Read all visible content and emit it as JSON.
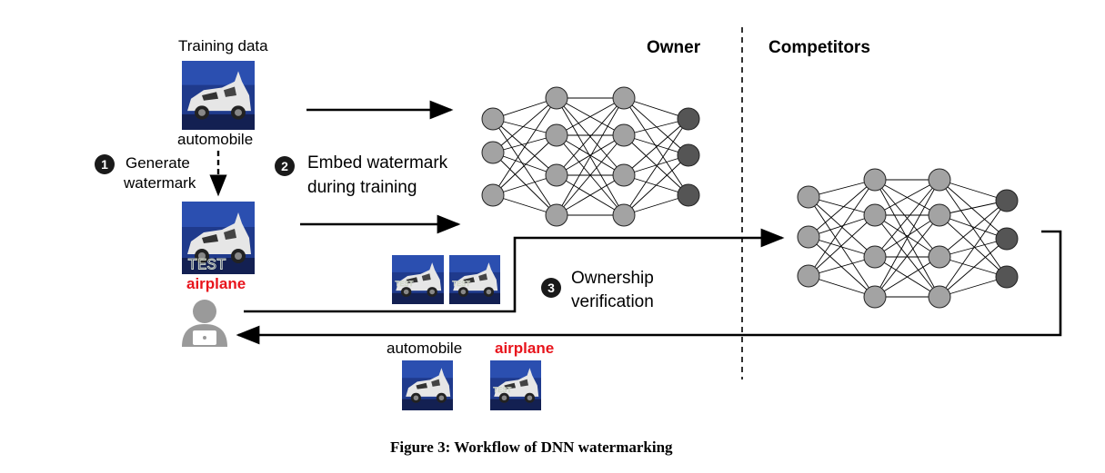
{
  "labels": {
    "training_data": "Training data",
    "automobile": "automobile",
    "airplane": "airplane",
    "owner": "Owner",
    "competitors": "Competitors"
  },
  "steps": [
    {
      "num": "1",
      "text_line1": "Generate",
      "text_line2": "watermark"
    },
    {
      "num": "2",
      "text_line1": "Embed watermark",
      "text_line2": "during training"
    },
    {
      "num": "3",
      "text_line1": "Ownership",
      "text_line2": "verification"
    }
  ],
  "query_results": {
    "left_label": "automobile",
    "right_label": "airplane"
  },
  "caption": "Figure 3: Workflow of DNN watermarking",
  "watermark_text": "TEST",
  "colors": {
    "node_fill": "#a3a3a3",
    "output_node_fill": "#555555",
    "highlight_red": "#e8141c",
    "user_icon": "#9a9a9a",
    "image_sky": "#1f3a8c"
  }
}
